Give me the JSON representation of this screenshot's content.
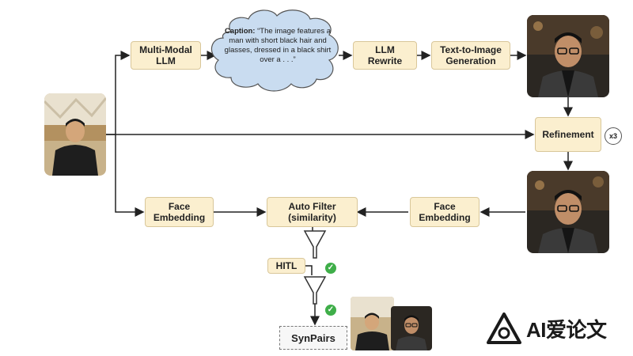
{
  "nodes": {
    "multimodal_llm": "Multi-Modal\nLLM",
    "llm_rewrite": "LLM\nRewrite",
    "t2i_generation": "Text-to-Image\nGeneration",
    "refinement": "Refinement",
    "face_embedding_left": "Face\nEmbedding",
    "auto_filter": "Auto Filter\n(similarity)",
    "face_embedding_right": "Face\nEmbedding",
    "hitl": "HITL",
    "synpairs": "SynPairs"
  },
  "caption": {
    "label": "Caption:",
    "text": "“The image features a man with short black hair and glasses, dressed in a black shirt over a . . .”"
  },
  "refinement_repeat": "x3",
  "watermark": "AI爱论文",
  "colors": {
    "node_fill": "#fbefcf",
    "cloud_fill": "#c9dcf0",
    "check_green": "#3fae49",
    "arrow": "#222222"
  }
}
